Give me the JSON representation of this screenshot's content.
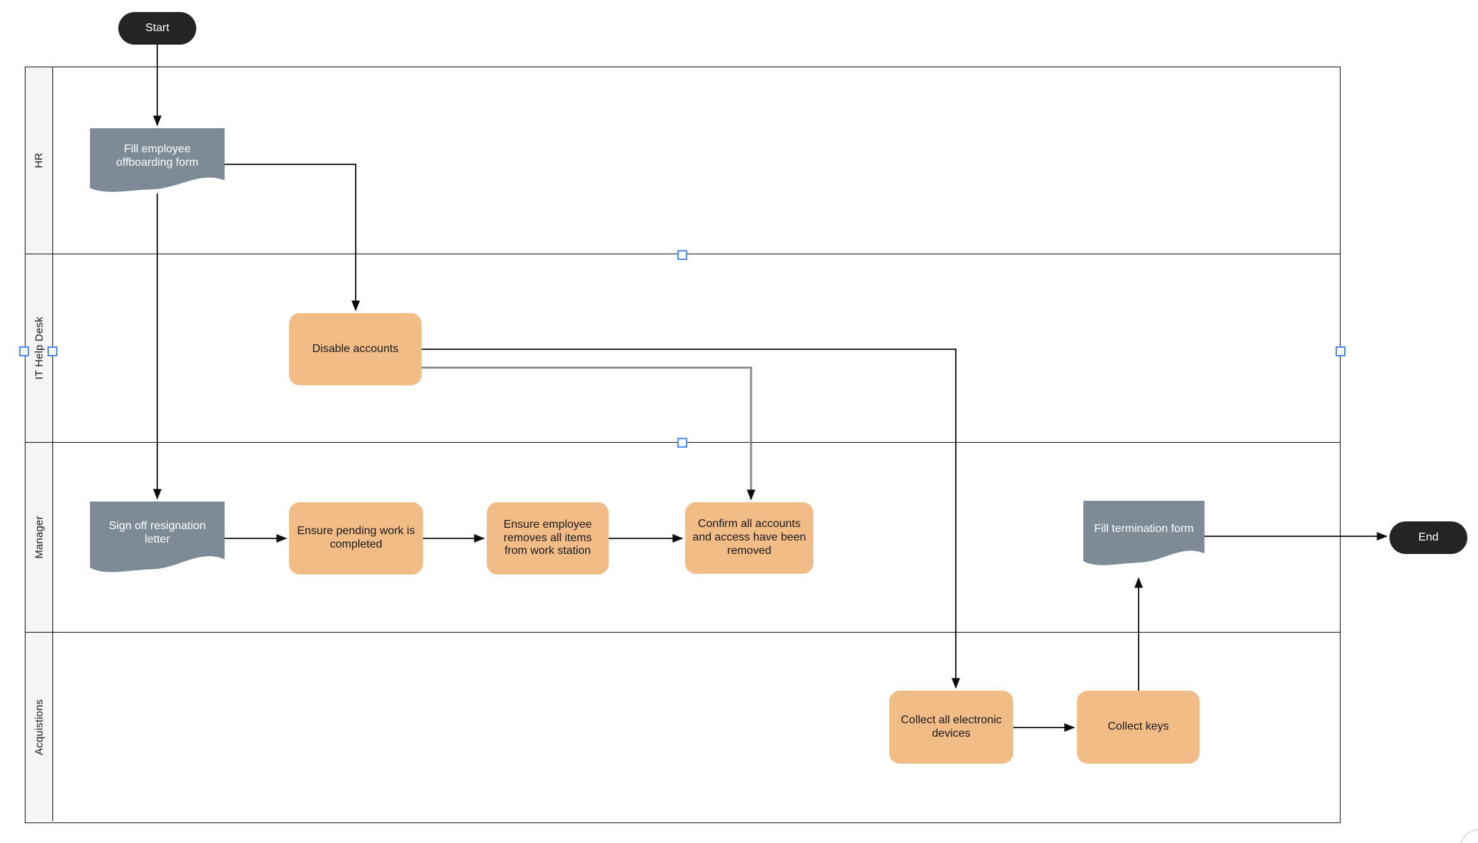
{
  "diagram": {
    "type": "flowchart-swimlane",
    "pool": {
      "lanes": [
        {
          "label": "HR"
        },
        {
          "label": "IT Help Desk"
        },
        {
          "label": "Manager"
        },
        {
          "label": "Acquistions"
        }
      ],
      "selected_lane": "IT Help Desk"
    },
    "nodes": {
      "start": {
        "label": "Start",
        "type": "terminator",
        "lane": "none-above-pool"
      },
      "fill_offboarding": {
        "label": "Fill employee offboarding form",
        "type": "document",
        "lane": "HR"
      },
      "disable_accounts": {
        "label": "Disable accounts",
        "type": "process",
        "lane": "IT Help Desk"
      },
      "sign_off": {
        "label": "Sign off resignation letter",
        "type": "document",
        "lane": "Manager"
      },
      "ensure_pending": {
        "label": "Ensure pending work is completed",
        "type": "process",
        "lane": "Manager"
      },
      "ensure_removes": {
        "label": "Ensure employee removes all items from work station",
        "type": "process",
        "lane": "Manager"
      },
      "confirm_removed": {
        "label": "Confirm all accounts and access have been removed",
        "type": "process",
        "lane": "Manager"
      },
      "fill_termination": {
        "label": "Fill termination form",
        "type": "document",
        "lane": "Manager"
      },
      "end": {
        "label": "End",
        "type": "terminator",
        "lane": "none-right-of-pool"
      },
      "collect_devices": {
        "label": "Collect all electronic devices",
        "type": "process",
        "lane": "Acquistions"
      },
      "collect_keys": {
        "label": "Collect keys",
        "type": "process",
        "lane": "Acquistions"
      }
    },
    "edges": [
      {
        "from": "start",
        "to": "fill_offboarding"
      },
      {
        "from": "fill_offboarding",
        "to": "disable_accounts"
      },
      {
        "from": "fill_offboarding",
        "to": "sign_off"
      },
      {
        "from": "disable_accounts",
        "to": "collect_devices"
      },
      {
        "from": "disable_accounts",
        "to": "confirm_removed"
      },
      {
        "from": "sign_off",
        "to": "ensure_pending"
      },
      {
        "from": "ensure_pending",
        "to": "ensure_removes"
      },
      {
        "from": "ensure_removes",
        "to": "confirm_removed"
      },
      {
        "from": "confirm_removed",
        "to": ""
      },
      {
        "from": "collect_devices",
        "to": "collect_keys"
      },
      {
        "from": "collect_keys",
        "to": "fill_termination"
      },
      {
        "from": "fill_termination",
        "to": "end"
      }
    ],
    "colors": {
      "process_fill": "#f2bc86",
      "document_fill": "#7d8b96",
      "terminator_fill": "#242424",
      "lane_header_fill": "#f5f5f5",
      "border": "#141414",
      "edge": "#0d0d0d",
      "edge_gray": "#858585",
      "selection_handle": "#4d8df0"
    }
  }
}
